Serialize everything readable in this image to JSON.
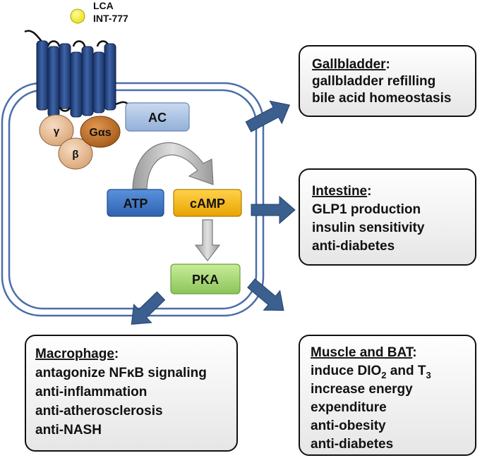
{
  "ligand": {
    "line1": "LCA",
    "line2": "INT-777"
  },
  "g_protein": {
    "gamma": "γ",
    "beta": "β",
    "galpha": "Gαs"
  },
  "enzymes": {
    "ac": "AC",
    "atp": "ATP",
    "camp": "cAMP",
    "pka": "PKA"
  },
  "targets": {
    "gallbladder": {
      "title": "Gallbladder",
      "colon": ":",
      "lines": [
        "gallbladder refilling",
        "bile acid homeostasis"
      ]
    },
    "intestine": {
      "title": "Intestine",
      "colon": ":",
      "lines": [
        "GLP1 production",
        "insulin sensitivity",
        "anti-diabetes"
      ]
    },
    "macrophage": {
      "title": "Macrophage",
      "colon": ":",
      "lines": [
        "antagonize NFκB signaling",
        "anti-inflammation",
        "anti-atherosclerosis",
        "anti-NASH"
      ]
    },
    "muscle": {
      "title": "Muscle and BAT",
      "colon": ":",
      "line1_pre": "induce DIO",
      "line1_sub1": "2",
      "line1_mid": " and T",
      "line1_sub2": "3",
      "lines": [
        "increase energy",
        "expenditure",
        "anti-obesity",
        "anti-diabetes"
      ]
    }
  },
  "colors": {
    "membrane": "#4a6fa8",
    "receptor": "#25427a",
    "atp": "#3f78c8",
    "camp": "#f2b50c",
    "pka": "#9fd36a",
    "ac": "#a9c2e3",
    "galpha": "#c8752a",
    "beta_gamma": "#e9bc93",
    "arrow": "#3a5a85",
    "ligand": "#f0ef2a"
  }
}
